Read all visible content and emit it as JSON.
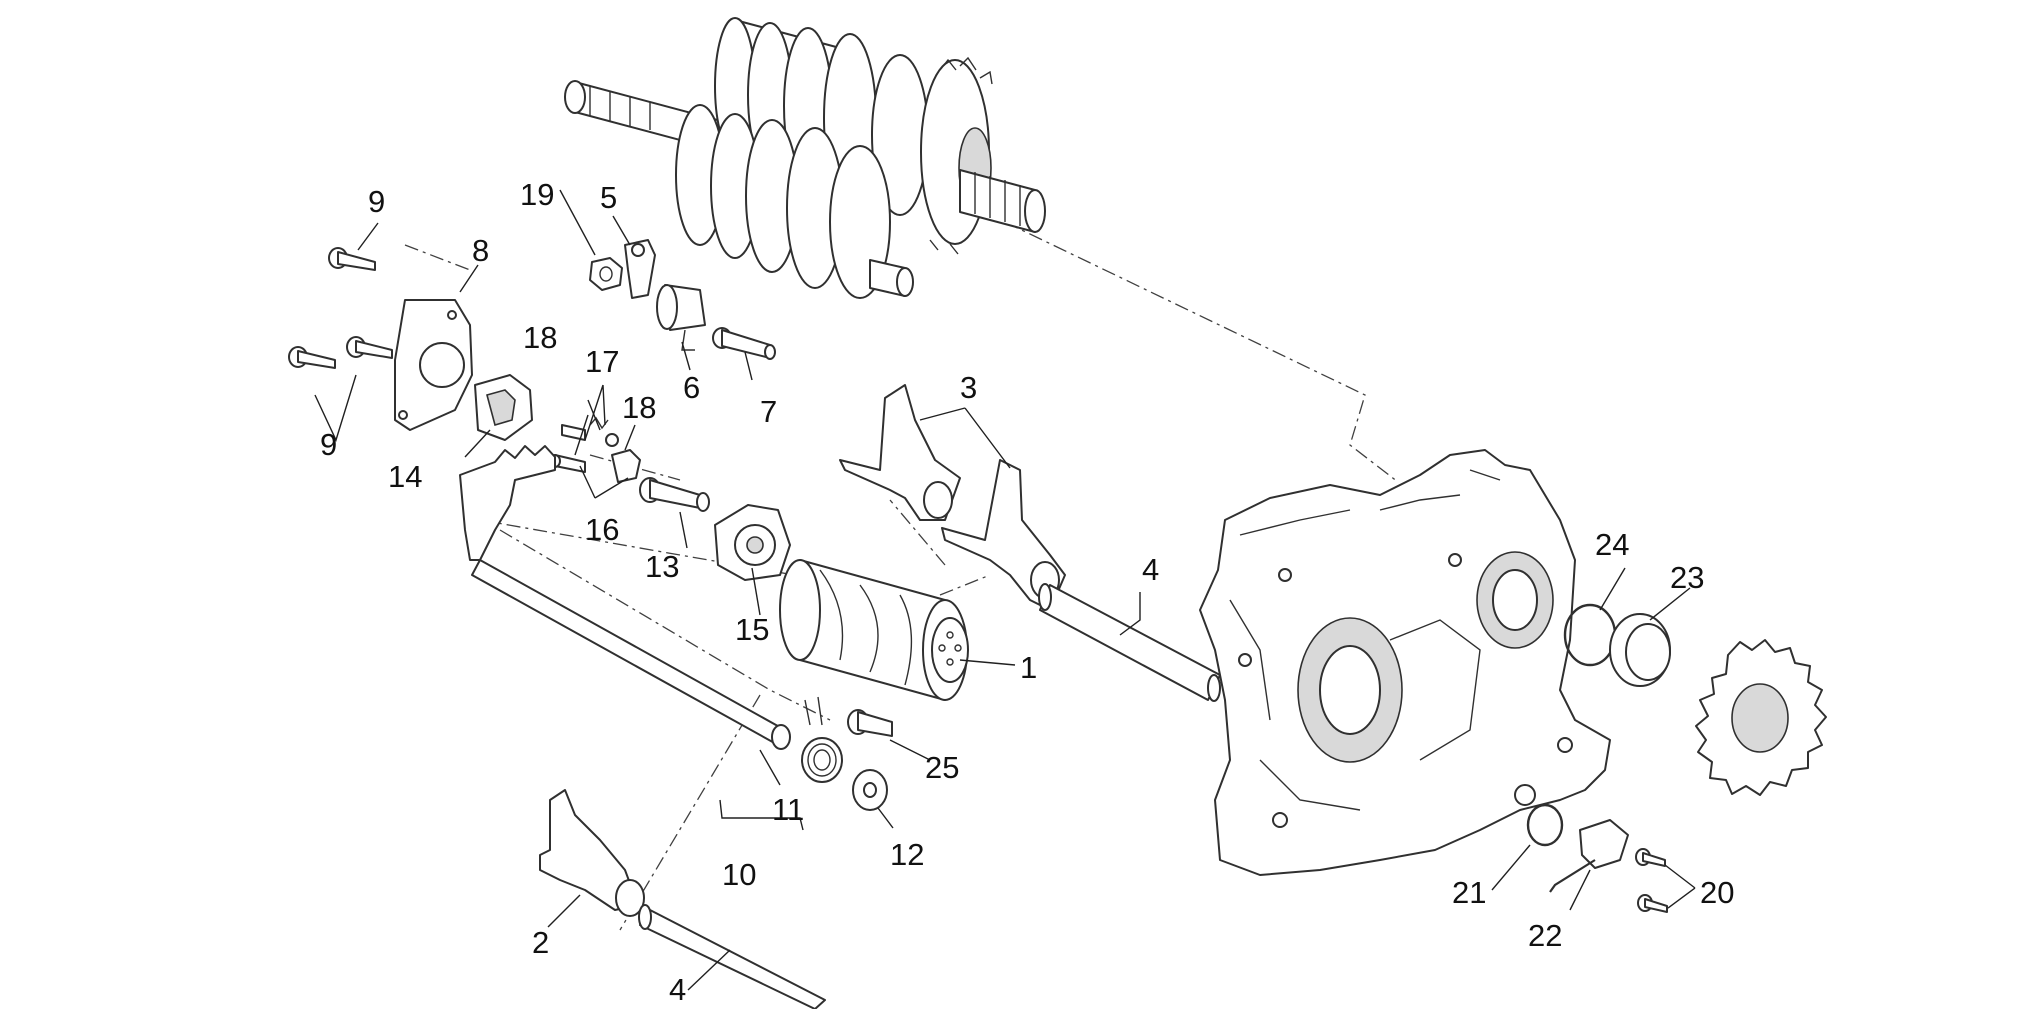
{
  "labels": {
    "l1": "1",
    "l2": "2",
    "l3": "3",
    "l4a": "4",
    "l4b": "4",
    "l5": "5",
    "l6": "6",
    "l7": "7",
    "l8": "8",
    "l9a": "9",
    "l9b": "9",
    "l10": "10",
    "l11": "11",
    "l12": "12",
    "l13": "13",
    "l14": "14",
    "l15": "15",
    "l16": "16",
    "l17": "17",
    "l18a": "18",
    "l18b": "18",
    "l19": "19",
    "l20": "20",
    "l21": "21",
    "l22": "22",
    "l23": "23",
    "l24": "24",
    "l25": "25"
  }
}
